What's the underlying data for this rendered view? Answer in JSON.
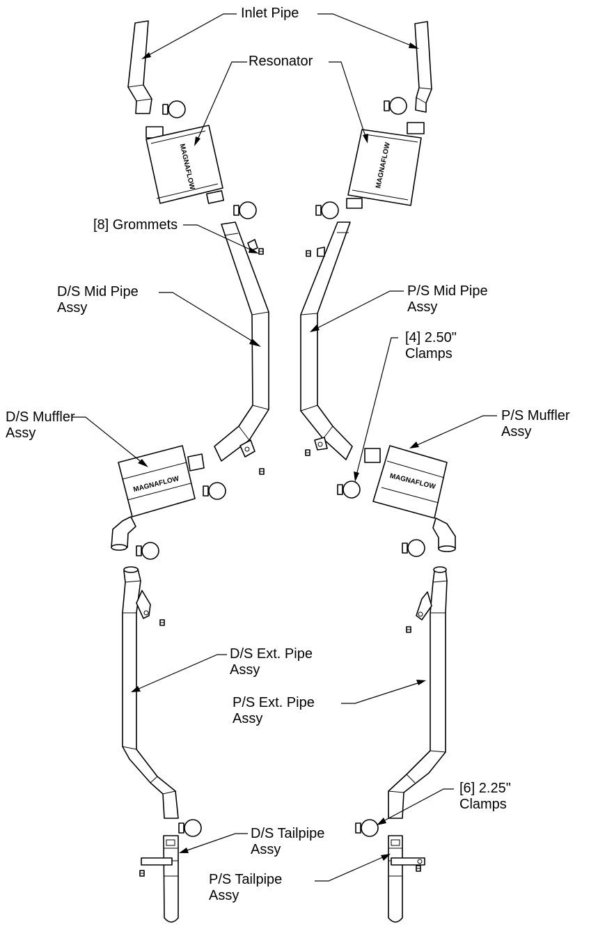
{
  "labels": {
    "inlet_pipe": "Inlet Pipe",
    "resonator": "Resonator",
    "grommets": "[8] Grommets",
    "ds_mid_pipe": [
      "D/S Mid Pipe",
      "Assy"
    ],
    "ps_mid_pipe": [
      "P/S Mid Pipe",
      "Assy"
    ],
    "clamps_250": [
      "[4] 2.50\"",
      "Clamps"
    ],
    "ds_muffler": [
      "D/S Muffler",
      "Assy"
    ],
    "ps_muffler": [
      "P/S Muffler",
      "Assy"
    ],
    "ds_ext_pipe": [
      "D/S Ext. Pipe",
      "Assy"
    ],
    "ps_ext_pipe": [
      "P/S Ext. Pipe",
      "Assy"
    ],
    "clamps_225": [
      "[6] 2.25\"",
      "Clamps"
    ],
    "ds_tailpipe": [
      "D/S Tailpipe",
      "Assy"
    ],
    "ps_tailpipe": [
      "P/S Tailpipe",
      "Assy"
    ]
  },
  "brand_text": "MAGNAFLOW",
  "colors": {
    "line": "#000000",
    "background": "#ffffff"
  }
}
